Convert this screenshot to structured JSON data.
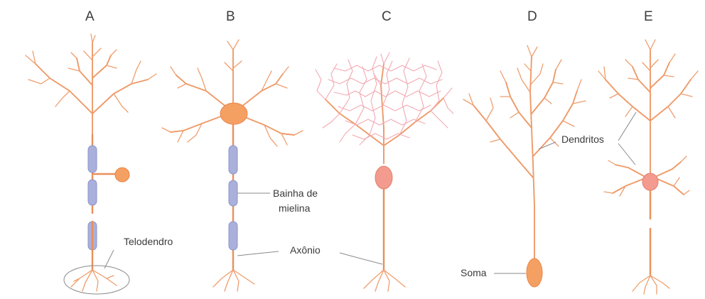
{
  "panels": [
    "A",
    "B",
    "C",
    "D",
    "E"
  ],
  "labels": {
    "telodendro": "Telodendro",
    "bainha_line1": "Bainha de",
    "bainha_line2": "mielina",
    "axonio": "Axônio",
    "dendritos": "Dendritos",
    "soma": "Soma"
  },
  "colors": {
    "neuron": "#ee9a68",
    "myelin": "#aab0dc",
    "purkinje_dendrites": "#f2a9b2",
    "leader_lines": "#8a8a8a"
  }
}
